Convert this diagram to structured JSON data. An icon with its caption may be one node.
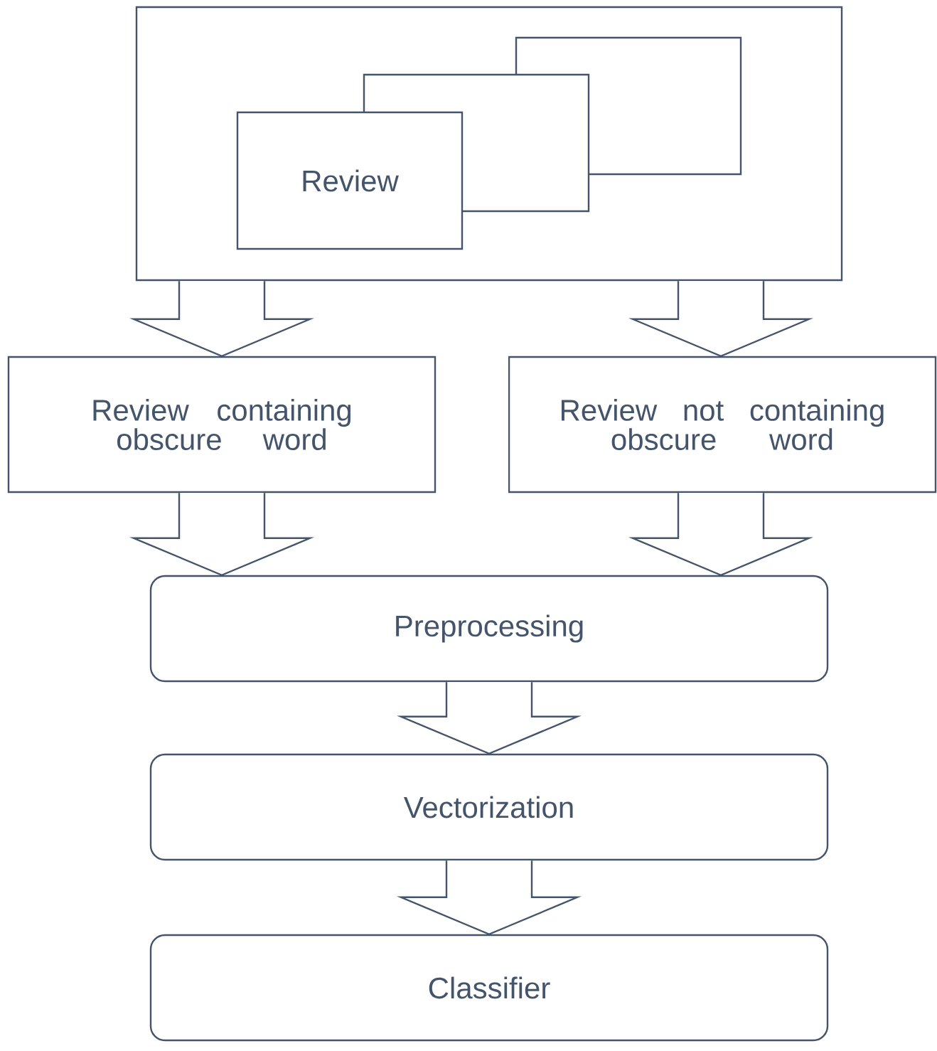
{
  "diagram": {
    "nodes": [
      {
        "text": [],
        "shape": "box"
      },
      {
        "text": [
          "Review"
        ],
        "in": 0
      },
      {
        "text": [],
        "shape": "box",
        "in": 0
      },
      {
        "text": [],
        "shape": "box",
        "in": 0
      },
      {
        "text": [
          "Review containing obscure word"
        ]
      },
      {
        "text": [
          "Review not containing obscure word"
        ]
      },
      {
        "text": [
          "Preprocessing"
        ]
      },
      {
        "text": [
          "Vectorization"
        ]
      },
      {
        "text": [
          "Classifier"
        ]
      }
    ],
    "edges": [
      {
        "from": 0,
        "to": 4,
        "arrow": "to"
      },
      {
        "from": 0,
        "to": 5,
        "arrow": "to"
      },
      {
        "from": 4,
        "to": 6,
        "arrow": "to"
      },
      {
        "from": 5,
        "to": 6,
        "arrow": "to"
      },
      {
        "from": 6,
        "to": 7,
        "arrow": "to"
      },
      {
        "from": 7,
        "to": 8,
        "arrow": "to"
      }
    ]
  }
}
